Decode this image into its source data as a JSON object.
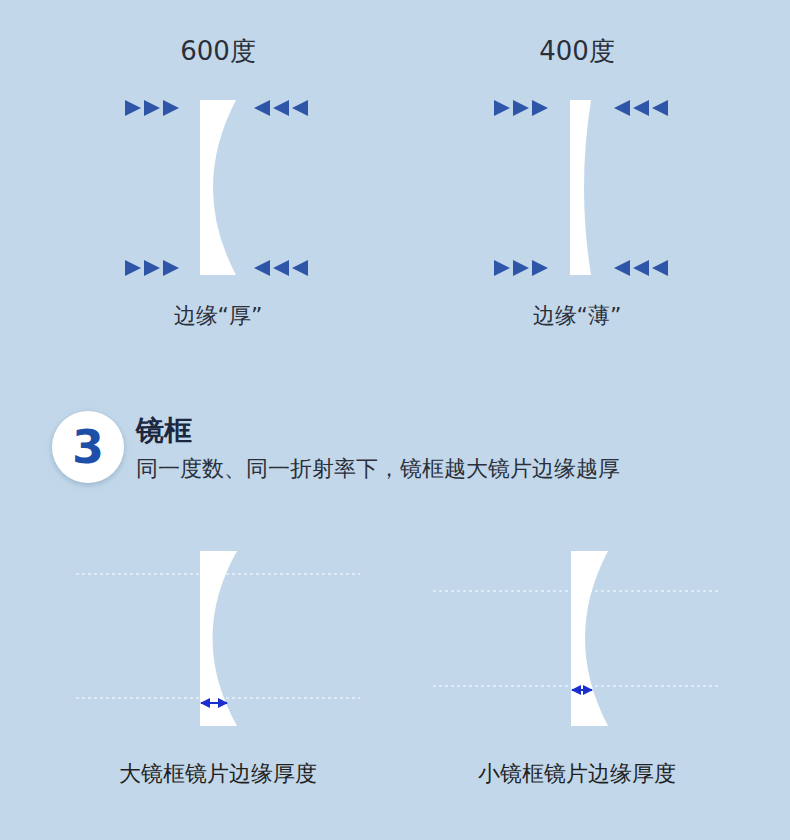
{
  "diagram": {
    "nodes": [
      {
        "text": [
          "3"
        ]
      }
    ],
    "labels": [
      "600度",
      "400度",
      "边缘“厚”",
      "边缘“薄”",
      "镜框",
      "同一度数、同一折射率下，镜框越大镜片边缘越厚",
      "大镜框镜片边缘厚度",
      "小镜框镜片边缘厚度"
    ]
  }
}
